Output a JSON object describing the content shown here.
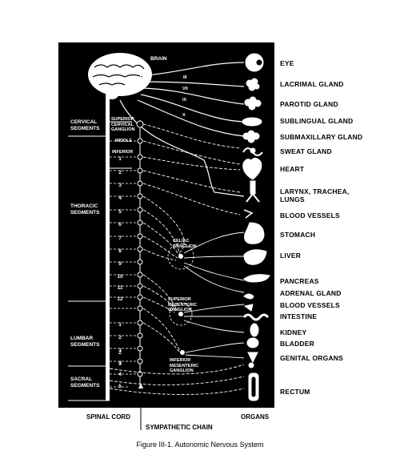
{
  "diagram": {
    "brain_label": "BRAIN",
    "cranial_nerves": [
      "III",
      "VII",
      "IX",
      "X"
    ],
    "segments": {
      "cervical": [
        "CERVICAL",
        "SEGMENTS"
      ],
      "thoracic": [
        "THORACIC",
        "SEGMENTS"
      ],
      "lumbar": [
        "LUMBAR",
        "SEGMENTS"
      ],
      "sacral": [
        "SACRAL",
        "SEGMENTS"
      ]
    },
    "ganglia": {
      "superior_cervical": [
        "SUPERIOR",
        "CERVICAL",
        "GANGLION"
      ],
      "middle": "MIDDLE",
      "inferior": "INFERIOR",
      "celiac": [
        "CELIAC",
        "GANGLION"
      ],
      "superior_mesenteric": [
        "SUPERIOR",
        "MESENTERIC",
        "GANGLION"
      ],
      "inferior_mesenteric": [
        "INFERIOR",
        "MESENTERIC",
        "GANGLION"
      ]
    },
    "thoracic_numbers": [
      "1",
      "2",
      "3",
      "4",
      "5",
      "6",
      "7",
      "8",
      "9",
      "10",
      "11",
      "12"
    ],
    "lumbar_numbers": [
      "1",
      "2",
      "3",
      "4"
    ],
    "sacral_numbers": [
      "2",
      "3",
      "4",
      "5"
    ],
    "organs": [
      "EYE",
      "LACRIMAL GLAND",
      "PAROTID GLAND",
      "SUBLINGUAL GLAND",
      "SUBMAXILLARY GLAND",
      "SWEAT GLAND",
      "HEART",
      "LARYNX, TRACHEA,",
      "LUNGS",
      "BLOOD VESSELS",
      "STOMACH",
      "LIVER",
      "PANCREAS",
      "ADRENAL GLAND",
      "BLOOD VESSELS",
      "INTESTINE",
      "KIDNEY",
      "BLADDER",
      "GENITAL ORGANS",
      "RECTUM"
    ],
    "bottom": {
      "spinal_cord": "SPINAL CORD",
      "sympathetic_chain": "SYMPATHETIC CHAIN",
      "organs": "ORGANS"
    }
  },
  "caption": "Figure III-1.  Autonomic Nervous System"
}
